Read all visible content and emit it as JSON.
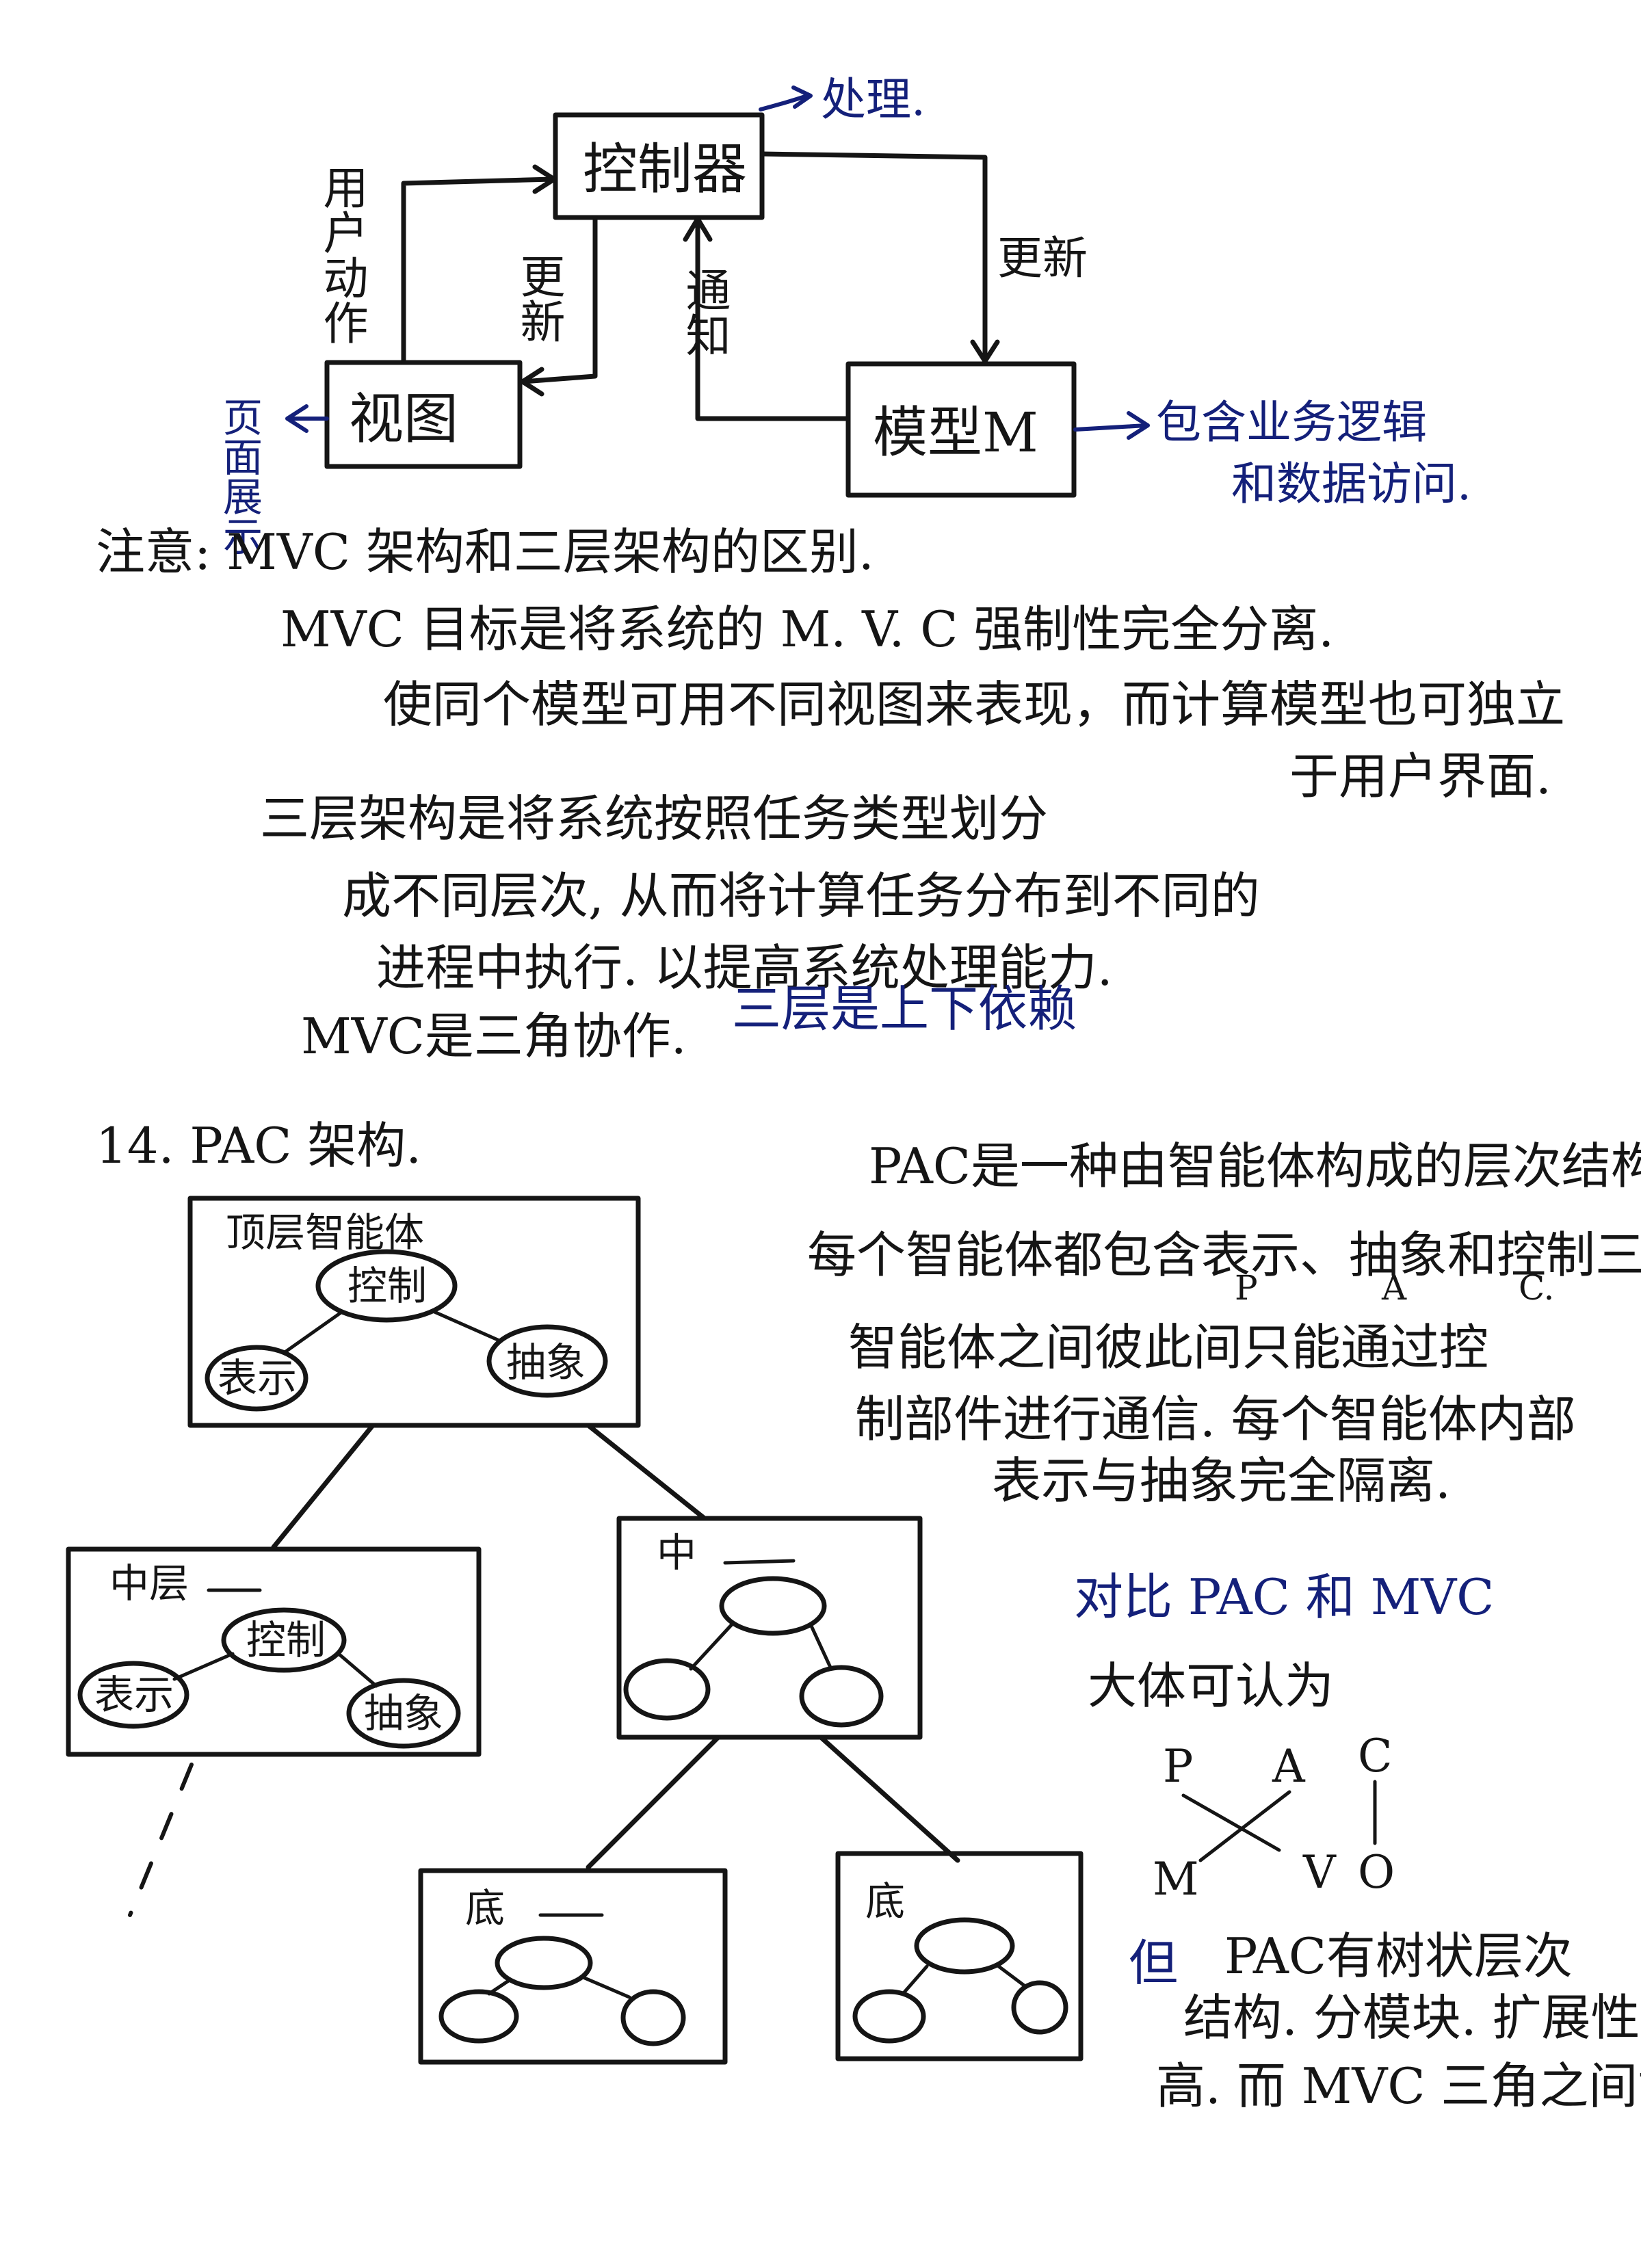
{
  "mvc": {
    "controller": "控制器",
    "controller_note": "处理.",
    "view": "视图",
    "view_note": "页面展示",
    "model": "模型M",
    "model_note_line1": "包含业务逻辑",
    "model_note_line2": "和数据访问.",
    "edge_user_action": "用户动作",
    "edge_update_view": "更新",
    "edge_notify": "通知",
    "edge_update_model": "更新"
  },
  "notes": {
    "line1": "注意:  MVC 架构和三层架构的区别.",
    "line2": "MVC 目标是将系统的 M. V. C 强制性完全分离.",
    "line3": "使同个模型可用不同视图来表现，而计算模型也可独立",
    "line4": "于用户界面.",
    "line5": "三层架构是将系统按照任务类型划分",
    "line6": "成不同层次, 从而将计算任务分布到不同的",
    "line7": "进程中执行. 以提高系统处理能力.",
    "line8_black": "MVC是三角协作.",
    "line8_blue": "三层是上下依赖"
  },
  "pac": {
    "heading": "14. PAC 架构.",
    "top_layer": "顶层智能体",
    "middle_layer": "中层",
    "middle_short": "中",
    "bottom_layer_1": "底",
    "bottom_layer_2": "底",
    "control": "控制",
    "presentation": "表示",
    "abstraction": "抽象",
    "desc1": "PAC是一种由智能体构成的层次结构.",
    "desc2": "每个智能体都包含表示、抽象和控制三部分",
    "desc_p": "P",
    "desc_a": "A",
    "desc_c": "C.",
    "desc3": "智能体之间彼此间只能通过控",
    "desc4": "制部件进行通信. 每个智能体内部",
    "desc5": "表示与抽象完全隔离.",
    "compare_title": "对比  PAC 和 MVC",
    "compare_sub": "大体可认为",
    "map_p": "P",
    "map_a": "A",
    "map_c": "C",
    "map_m": "M",
    "map_v": "V",
    "map_o": "O",
    "but_label": "但",
    "but1": "PAC有树状层次",
    "but2": "结构. 分模块. 扩展性",
    "but3": "高. 而 MVC 三角之间协作"
  }
}
